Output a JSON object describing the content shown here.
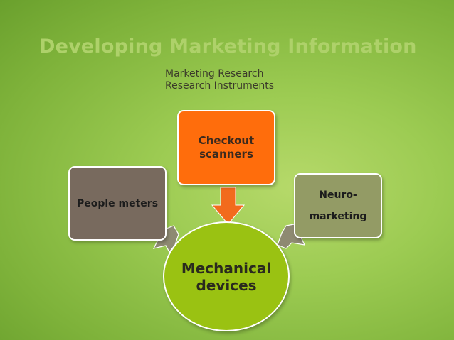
{
  "slide": {
    "title": "Developing Marketing Information",
    "subtitle_line1": "Marketing Research",
    "subtitle_line2": "Research Instruments"
  },
  "diagram": {
    "center": {
      "line1": "Mechanical",
      "line2": "devices"
    },
    "top_box": {
      "line1": "Checkout",
      "line2": "scanners"
    },
    "left_box": {
      "label": "People meters"
    },
    "right_box": {
      "line1": "Neuro-",
      "line2": "marketing"
    }
  },
  "colors": {
    "background": "#9ccb52",
    "title": "#aed16a",
    "center_circle": "#9ac212",
    "top_box": "#ff6d0c",
    "left_box": "#786a5e",
    "right_box": "#939b65",
    "arrow_orange": "#f26b1d",
    "arrow_gray": "#8e8a72"
  }
}
